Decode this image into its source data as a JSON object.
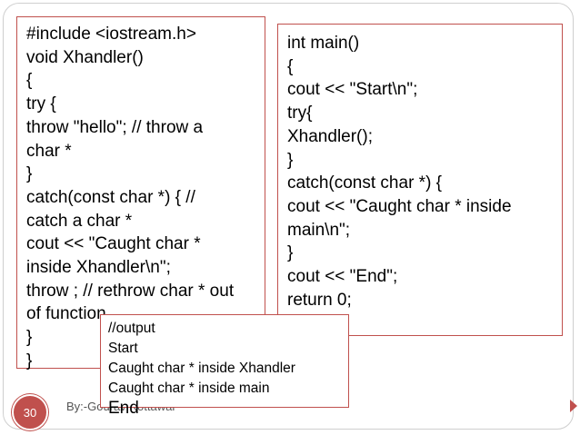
{
  "slide": {
    "number": "30",
    "credit": "By:-Gourav Kottawar",
    "accent_color": "#c0504d"
  },
  "left_code": [
    "#include <iostream.h>",
    "void Xhandler()",
    "{",
    "try {",
    "throw \"hello\"; // throw a",
    "char *",
    "}",
    "catch(const char *) { //",
    "catch a char *",
    "cout << \"Caught char *",
    "inside Xhandler\\n\";",
    "throw ; // rethrow char * out",
    "of function",
    "}",
    "}"
  ],
  "right_code": [
    "int main()",
    "{",
    "cout << \"Start\\n\";",
    "try{",
    "Xhandler();",
    "}",
    "catch(const char *) {",
    "cout << \"Caught char * inside",
    "main\\n\";",
    "}",
    "cout << \"End\";",
    "return 0;",
    "}"
  ],
  "output": [
    "//output",
    "Start",
    "Caught char * inside Xhandler",
    "Caught char * inside main",
    "End"
  ]
}
